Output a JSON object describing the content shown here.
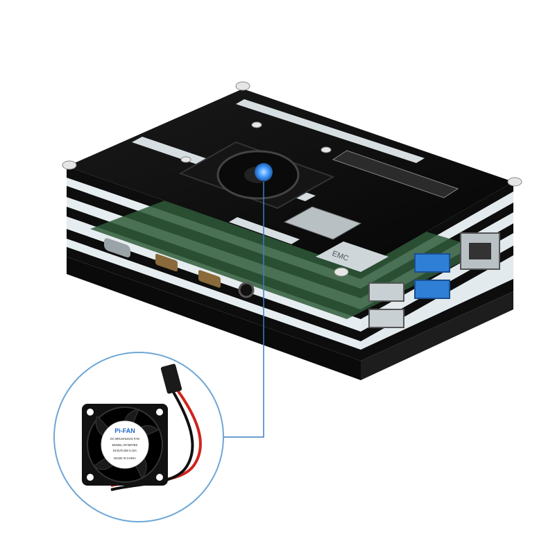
{
  "colors": {
    "background": "#ffffff",
    "acrylic_black": "#0d0d0d",
    "acrylic_clear": "#e4ecef",
    "board_green": "#2f5a3a",
    "usb3_blue": "#2f7fd6",
    "callout_line": "#3a7fc4",
    "callout_dot": "#4aa0ff",
    "fan_red_wire": "#d0231e",
    "fan_black_wire": "#111111"
  },
  "product": {
    "component_icons": [
      "raspberry-pi-board",
      "acrylic-case",
      "cooling-fan",
      "usb-ports",
      "ethernet-port",
      "hdmi-ports",
      "heatsink",
      "audio-jack"
    ]
  },
  "fan_label": {
    "brand": "Pi-FAN",
    "type": "DC BRUSHLESS FAN",
    "model": "MODEL:GF3007BS",
    "rating": "DC5V/0.5W  0.10A",
    "origin": "MADE IN CHINA"
  },
  "board_markings": {
    "usb_chip_label": "EMC"
  }
}
